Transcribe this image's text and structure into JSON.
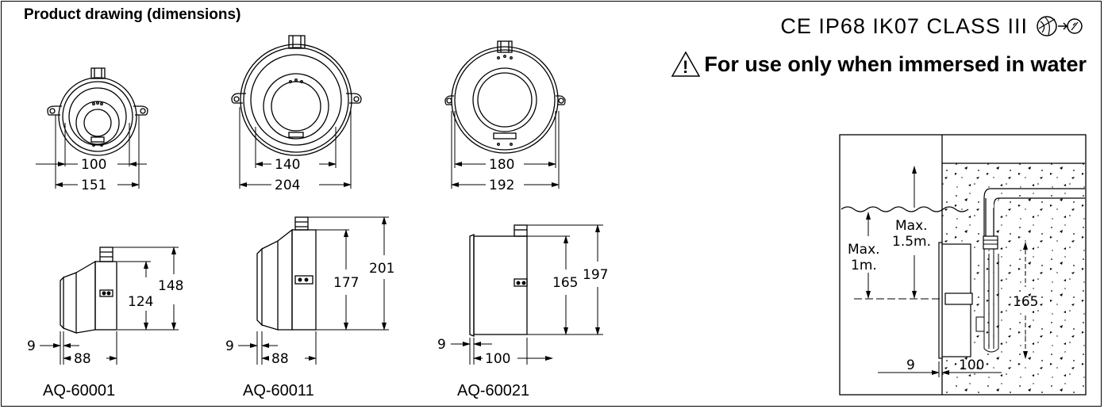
{
  "header": {
    "title": "Product drawing (dimensions)",
    "certifications": "CE IP68 IK07 CLASS III",
    "warning": "For use only when immersed in water"
  },
  "front_views": [
    {
      "inner": "100",
      "outer": "151"
    },
    {
      "inner": "140",
      "outer": "204"
    },
    {
      "inner": "180",
      "outer": "192"
    }
  ],
  "side_views": [
    {
      "model": "AQ-60001",
      "lip": "9",
      "depth": "88",
      "body_height": "124",
      "total_height": "148"
    },
    {
      "model": "AQ-60011",
      "lip": "9",
      "depth": "88",
      "body_height": "177",
      "total_height": "201"
    },
    {
      "model": "AQ-60021",
      "lip": "9",
      "depth": "100",
      "body_height": "165",
      "total_height": "197"
    }
  ],
  "install": {
    "max_surface": "Max.\n1.5m.",
    "max_surface_l1": "Max.",
    "max_surface_l2": "1.5m.",
    "max_water_l1": "Max.",
    "max_water_l2": "1m.",
    "height": "165",
    "lip": "9",
    "depth": "100"
  }
}
